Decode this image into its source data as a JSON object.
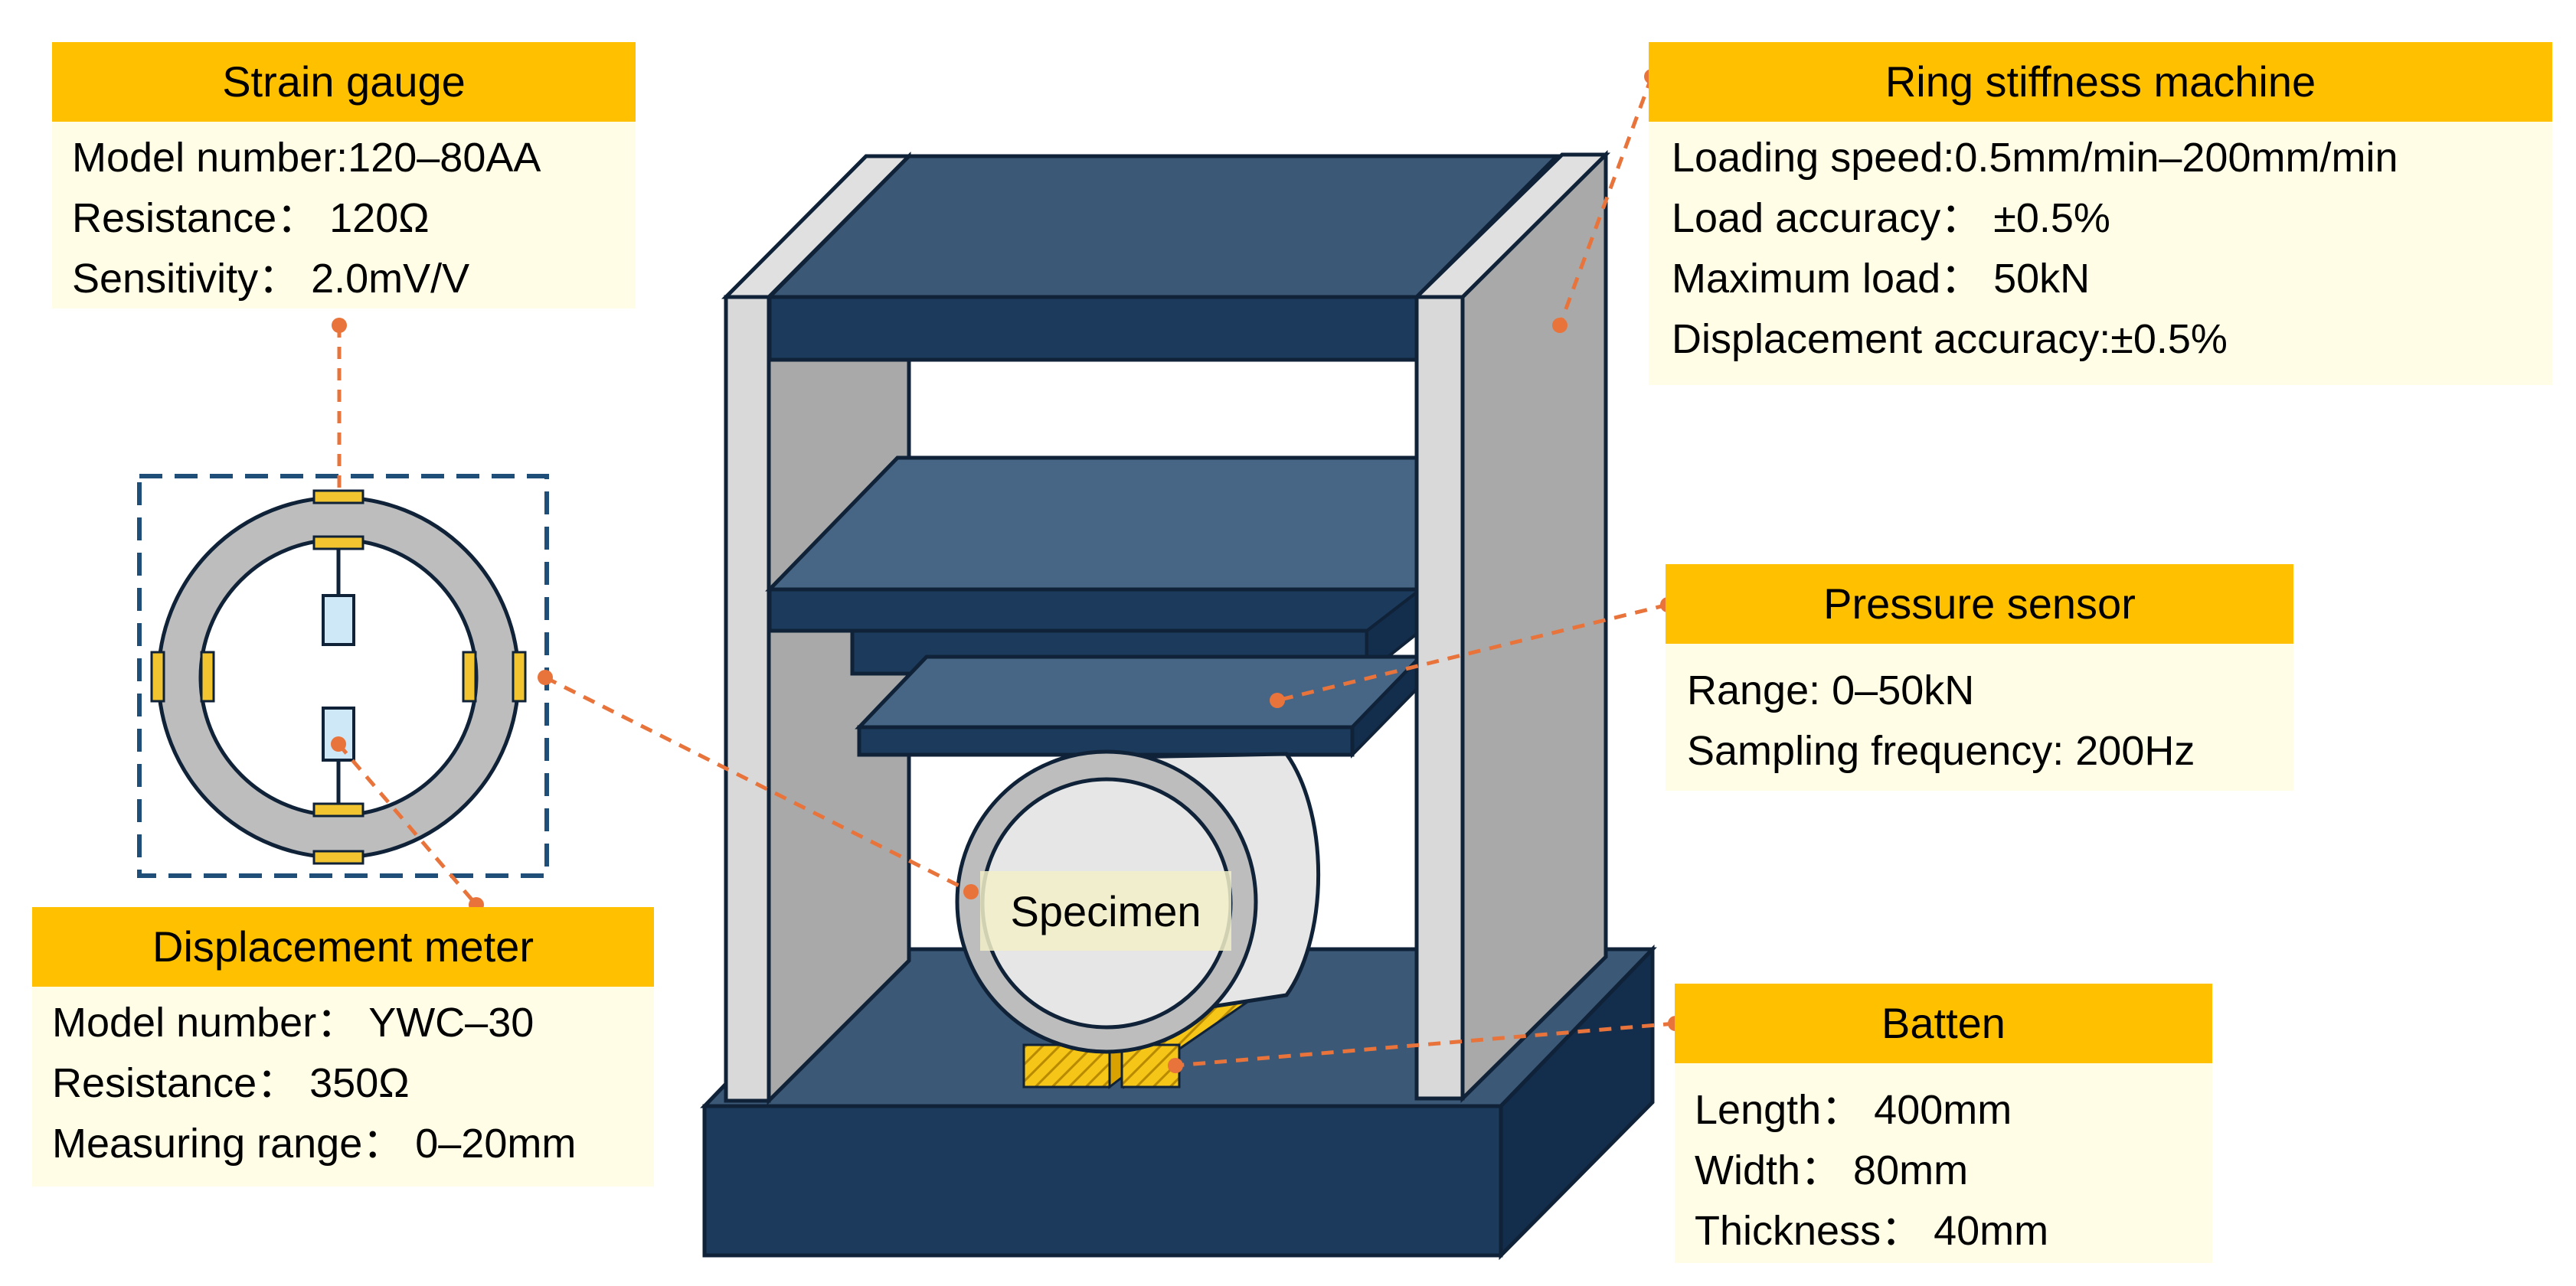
{
  "strain_gauge": {
    "title": "Strain gauge",
    "lines": [
      "Model number:120–80AA",
      "Resistance：  120Ω",
      "Sensitivity：  2.0mV/V"
    ]
  },
  "ring_stiffness_machine": {
    "title": "Ring stiffness machine",
    "lines": [
      "Loading speed:0.5mm/min–200mm/min",
      "Load accuracy：  ±0.5%",
      "Maximum load：  50kN",
      "Displacement accuracy:±0.5%"
    ]
  },
  "pressure_sensor": {
    "title": "Pressure sensor",
    "lines": [
      "Range: 0–50kN",
      "Sampling frequency: 200Hz"
    ]
  },
  "displacement_meter": {
    "title": "Displacement meter",
    "lines": [
      "Model number：  YWC–30",
      "Resistance：  350Ω",
      "Measuring range：  0–20mm"
    ]
  },
  "batten": {
    "title": "Batten",
    "lines": [
      "Length：  400mm",
      "Width：  80mm",
      "Thickness：  40mm"
    ]
  },
  "specimen": {
    "label": "Specimen"
  },
  "colors": {
    "header": "#ffc000",
    "panel": "#fffde6",
    "dark_navy": "#1b3a5c",
    "mid_navy": "#3b5876",
    "frame_grey": "#a9a9a9",
    "light_grey": "#d9d9d9",
    "leader": "#e8743b",
    "batten": "#f5c518"
  }
}
